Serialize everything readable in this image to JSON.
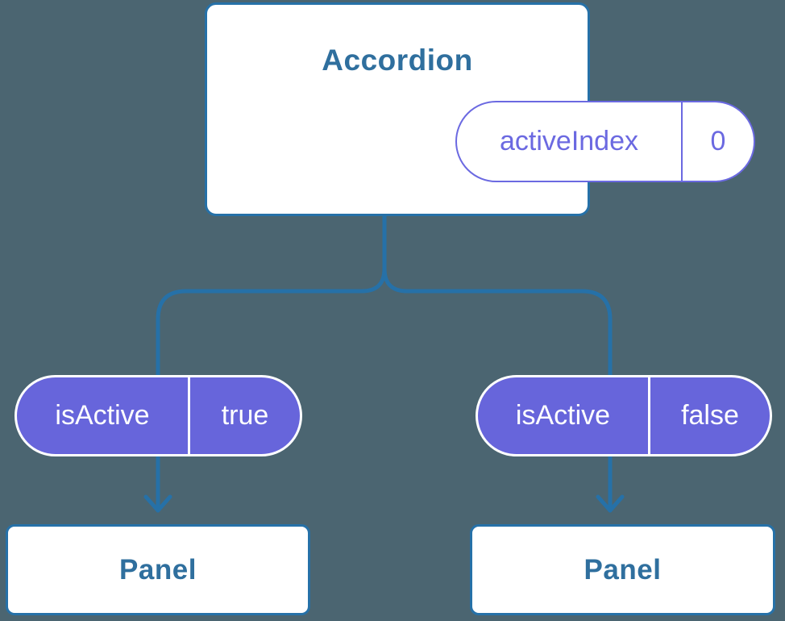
{
  "diagram_type": "component-state-tree",
  "colors": {
    "background": "#4B6571",
    "connector_blue": "#2671A8",
    "card_border_blue": "#2671A8",
    "heading_text_blue": "#2F6F9E",
    "pill_purple_fill": "#6765DB",
    "pill_purple_outline": "#6B69E1",
    "card_fill": "#FFFFFF",
    "pill_text_on_purple": "#FFFFFF"
  },
  "icons": {
    "arrow": "arrow-down-icon"
  },
  "tree": {
    "root": {
      "title": "Accordion",
      "prop": {
        "name": "activeIndex",
        "value": "0"
      }
    },
    "children": [
      {
        "prop": {
          "name": "isActive",
          "value": "true"
        },
        "panel_label": "Panel"
      },
      {
        "prop": {
          "name": "isActive",
          "value": "false"
        },
        "panel_label": "Panel"
      }
    ]
  }
}
